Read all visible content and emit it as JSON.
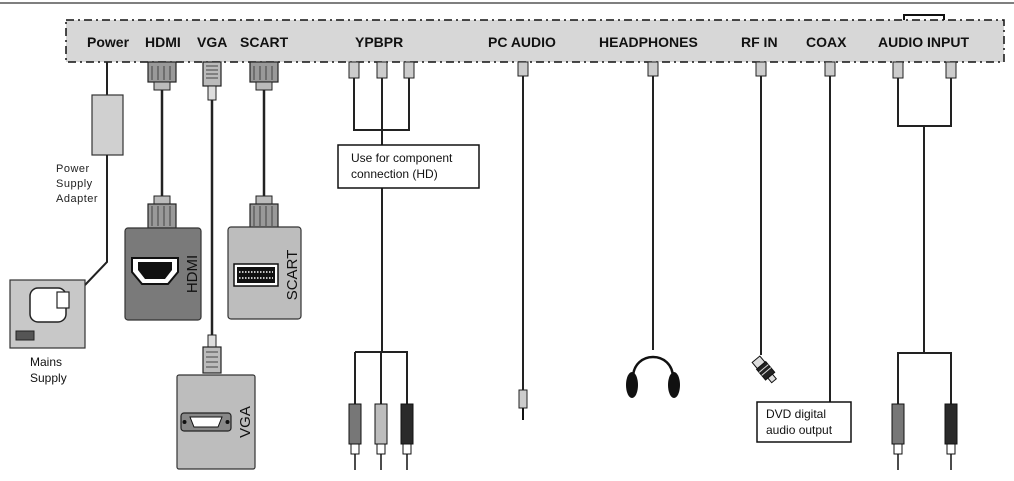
{
  "panel": {
    "ports": [
      "Power",
      "HDMI",
      "VGA",
      "SCART",
      "YPBPR",
      "PC AUDIO",
      "HEADPHONES",
      "RF IN",
      "COAX",
      "AUDIO INPUT"
    ]
  },
  "labels": {
    "adapter": [
      "Power",
      "Supply",
      "Adapter"
    ],
    "mains": [
      "Mains",
      "Supply"
    ],
    "component_note": [
      "Use for component",
      "connection (HD)"
    ],
    "dvd_note": [
      "DVD digital",
      "audio output"
    ]
  },
  "devices": {
    "hdmi": "HDMI",
    "scart": "SCART",
    "vga": "VGA"
  },
  "colors": {
    "panel": "#d7d7d7",
    "device": "#7a7a7a",
    "device_face": "#c6c6c6",
    "plug_red": "#777777",
    "plug_green": "#bdbdbd",
    "plug_blue": "#2a2a2a"
  }
}
